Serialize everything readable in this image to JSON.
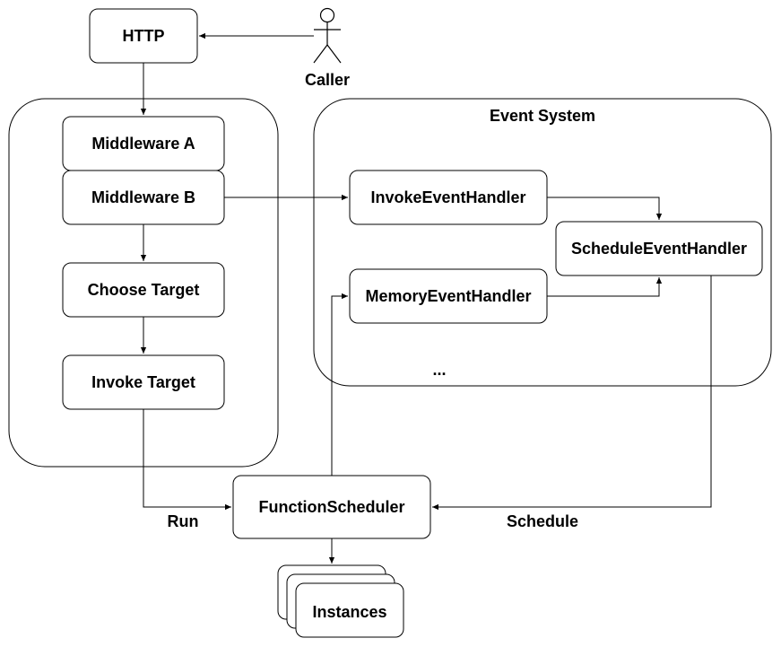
{
  "diagram": {
    "actor": {
      "label": "Caller"
    },
    "http": {
      "label": "HTTP"
    },
    "pipeline": {
      "middleware_a": "Middleware A",
      "middleware_b": "Middleware B",
      "choose_target": "Choose Target",
      "invoke_target": "Invoke Target"
    },
    "event_system": {
      "title": "Event System",
      "invoke_handler": "InvokeEventHandler",
      "memory_handler": "MemoryEventHandler",
      "schedule_handler": "ScheduleEventHandler",
      "more": "..."
    },
    "scheduler": {
      "label": "FunctionScheduler"
    },
    "instances": {
      "label": "Instances"
    },
    "edge_labels": {
      "run": "Run",
      "schedule": "Schedule"
    }
  }
}
